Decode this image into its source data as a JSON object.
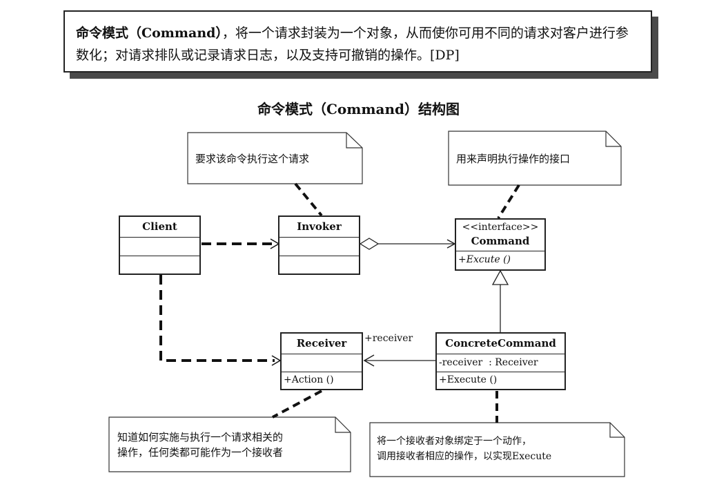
{
  "definition": {
    "term": "命令模式（Command）",
    "text": "，将一个请求封装为一个对象，从而使你可用不同的请求对客户进行参数化；对请求排队或记录请求日志，以及支持可撤销的操作。[DP]"
  },
  "diagram_title": "命令模式（Command）结构图",
  "notes": {
    "invoker_note": "要求该命令执行这个请求",
    "command_note": "用来声明执行操作的接口",
    "receiver_note_line1": "知道如何实施与执行一个请求相关的",
    "receiver_note_line2": "操作，任何类都可能作为一个接收者",
    "concrete_note_line1": "将一个接收者对象绑定于一个动作，",
    "concrete_note_line2": "调用接收者相应的操作，以实现Execute"
  },
  "classes": {
    "client": {
      "name": "Client"
    },
    "invoker": {
      "name": "Invoker"
    },
    "command": {
      "stereotype": "<<interface>>",
      "name": "Command",
      "operation": "+Excute ()"
    },
    "receiver": {
      "name": "Receiver",
      "operation": "+Action ()"
    },
    "concrete": {
      "name": "ConcreteCommand",
      "attribute": "-receiver  : Receiver",
      "operation": "+Execute ()"
    }
  },
  "associations": {
    "receiver_role": "+receiver"
  }
}
